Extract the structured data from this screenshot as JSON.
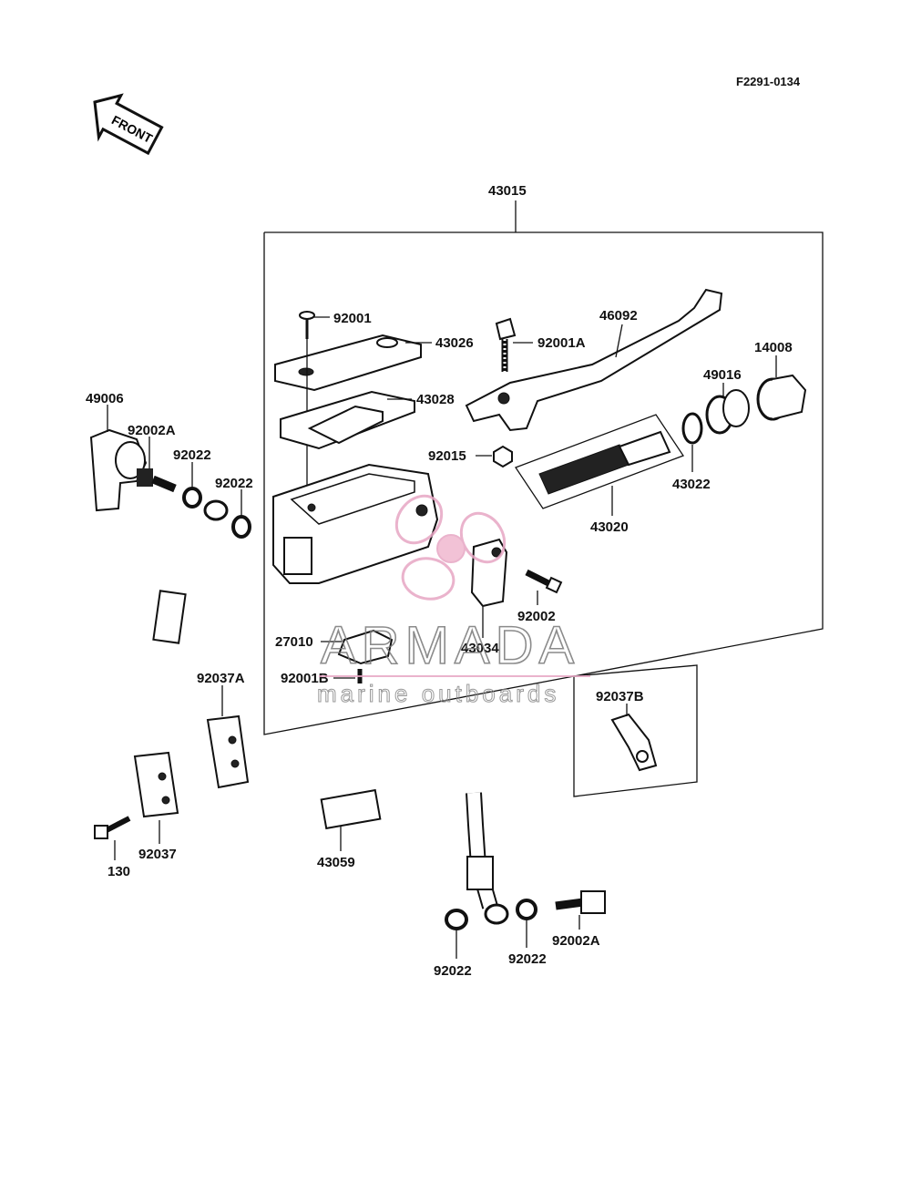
{
  "diagram": {
    "ref_code": "F2291-0134",
    "front_label": "FRONT",
    "watermark": {
      "title": "ARMADA",
      "subtitle": "marine outboards"
    },
    "parts": {
      "p43015": "43015",
      "p92001": "92001",
      "p43026": "43026",
      "p92001A": "92001A",
      "p46092": "46092",
      "p43028": "43028",
      "p14008": "14008",
      "p49016": "49016",
      "p92015": "92015",
      "p43022": "43022",
      "p43020": "43020",
      "p92002": "92002",
      "p43034": "43034",
      "p27010": "27010",
      "p92001B": "92001B",
      "p49006": "49006",
      "p92002A_top": "92002A",
      "p92022_a": "92022",
      "p92022_b": "92022",
      "p92037A": "92037A",
      "p92037B": "92037B",
      "p92037": "92037",
      "p130": "130",
      "p43059": "43059",
      "p92022_c": "92022",
      "p92022_d": "92022",
      "p92002A_bottom": "92002A"
    }
  }
}
